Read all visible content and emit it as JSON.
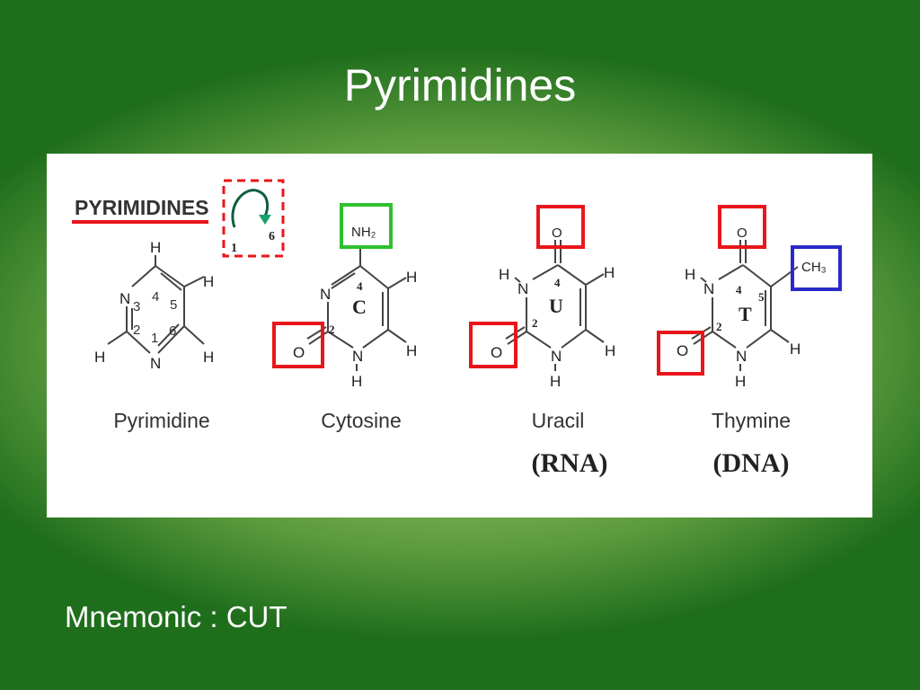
{
  "slide": {
    "title": "Pyrimidines",
    "mnemonic": "Mnemonic : CUT"
  },
  "diagram": {
    "heading": "PYRIMIDINES",
    "ring_direction": {
      "start": "1",
      "end": "6"
    },
    "molecules": [
      {
        "name": "Pyrimidine",
        "atoms": {
          "top_h": "H",
          "n3": "N",
          "h5": "H",
          "h_left": "H",
          "n1": "N",
          "h6": "H"
        },
        "ring_numbers": {
          "n4": "4",
          "n3": "3",
          "n5": "5",
          "n2": "2",
          "n1": "1",
          "n6": "6"
        }
      },
      {
        "name": "Cytosine",
        "letter": "C",
        "atoms": {
          "nh2": "NH₂",
          "n3": "N",
          "h5": "H",
          "h6": "H",
          "o": "O",
          "n1": "N",
          "h_n1": "H"
        },
        "ring_numbers": {
          "c4": "4",
          "c2": "2"
        }
      },
      {
        "name": "Uracil",
        "letter": "U",
        "subtitle": "(RNA)",
        "atoms": {
          "o_top": "O",
          "h_n3": "H",
          "n3": "N",
          "h5": "H",
          "o": "O",
          "n1": "N",
          "h6": "H",
          "h_n1": "H"
        },
        "ring_numbers": {
          "c4": "4",
          "c2": "2"
        }
      },
      {
        "name": "Thymine",
        "letter": "T",
        "subtitle": "(DNA)",
        "atoms": {
          "o_top": "O",
          "h_n3": "H",
          "n3": "N",
          "ch3": "CH₃",
          "o": "O",
          "n1": "N",
          "h6": "H",
          "h_n1": "H"
        },
        "ring_numbers": {
          "c4": "4",
          "c5": "5",
          "c2": "2"
        }
      }
    ]
  },
  "colors": {
    "heading_underline": "#e8161b",
    "box_red": "#e8161b",
    "box_green": "#2ec12e",
    "box_blue": "#2a2ac9",
    "arrow": "#0f7d4f"
  }
}
